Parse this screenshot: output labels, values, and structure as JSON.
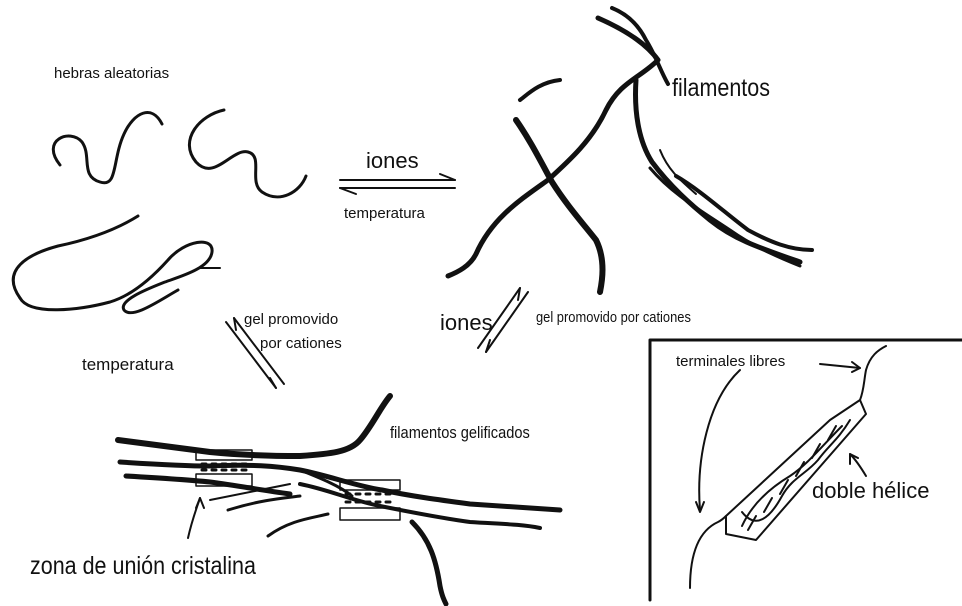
{
  "labels": {
    "random_strands": "hebras aleatorias",
    "ions_top": "iones",
    "temperature_top": "temperatura",
    "filaments": "filamentos",
    "gel_promoted_left_line1": "gel promovido",
    "gel_promoted_left_line2": "por cationes",
    "temperature_left": "temperatura",
    "ions_middle": "iones",
    "gel_promoted_right": "gel promovido por cationes",
    "gelled_filaments": "filamentos gelificados",
    "junction_zone": "zona de unión cristalina",
    "free_ends": "terminales libres",
    "double_helix": "doble hélice"
  },
  "colors": {
    "ink": "#111111",
    "background": "#ffffff"
  }
}
